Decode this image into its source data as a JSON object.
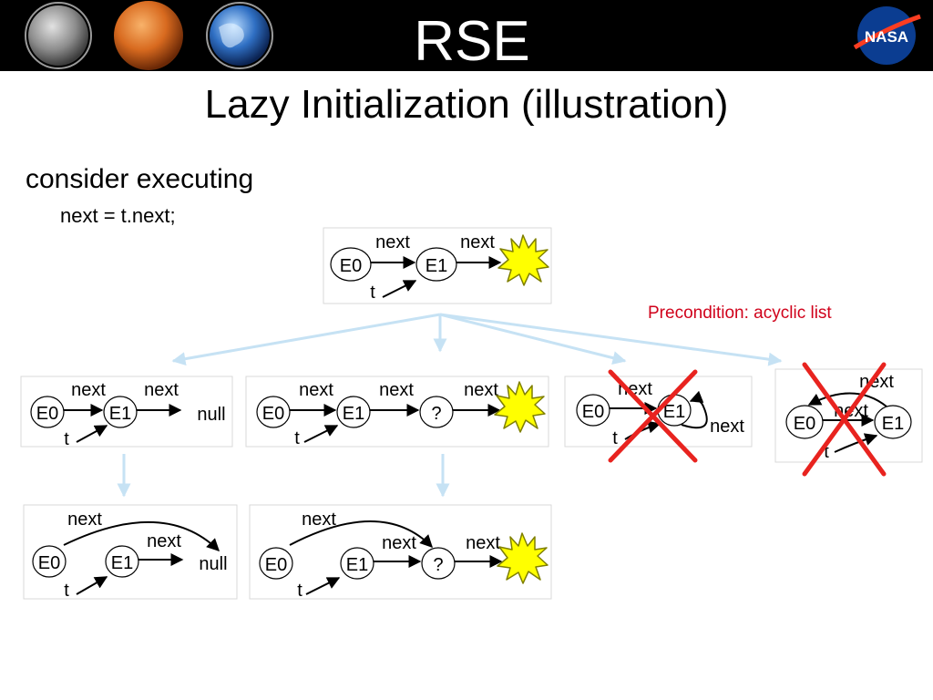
{
  "banner": {
    "logo_text": "RSE",
    "agency_logo_text": "NASA",
    "planet_icons": [
      "moon-icon",
      "mars-icon",
      "earth-icon"
    ]
  },
  "slide": {
    "title": "Lazy Initialization (illustration)",
    "intro": "consider executing",
    "code": "next = t.next;",
    "precondition": "Precondition: acyclic list"
  },
  "labels": {
    "e0": "E0",
    "e1": "E1",
    "next": "next",
    "t": "t",
    "null": "null",
    "unknown": "?"
  },
  "colors": {
    "precondition_text": "#d0021b",
    "cross": "#e8231f",
    "flow_arrow": "#c6e2f4",
    "star_fill": "#ffff00",
    "star_stroke": "#7f7f00",
    "panel_border": "#d9d9d9"
  },
  "icons": {
    "uninitialized": "explosion-star-icon",
    "infeasible": "red-x-cross-icon"
  }
}
